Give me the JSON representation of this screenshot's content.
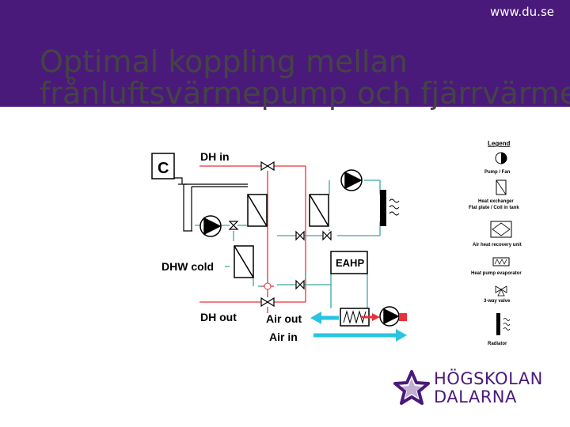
{
  "header": {
    "url": "www.du.se",
    "title_line1": "Optimal koppling mellan",
    "title_line2": "frånluftsvärmepump och fjärrvärme"
  },
  "diagram": {
    "control_label": "C",
    "dh_in": "DH in",
    "dh_out": "DH out",
    "dhw_cold": "DHW cold",
    "air_out": "Air out",
    "air_in": "Air in",
    "eahp": "EAHP"
  },
  "legend": {
    "title": "Legend",
    "pump": "Pump / Fan",
    "hx_line1": "Heat exchanger",
    "hx_line2": "Flat plate / Coil in tank",
    "air_recovery": "Air heat recovery unit",
    "evaporator": "Heat pump evaporator",
    "valve": "3-way valve",
    "radiator": "Radiator"
  },
  "logo": {
    "line1": "HÖGSKOLAN",
    "line2": "DALARNA"
  },
  "colors": {
    "brand_purple": "#4a1a7a",
    "hot_pipe": "#e8313a",
    "cold_pipe": "#3aa8a0",
    "air_arrow": "#29c4e0"
  }
}
